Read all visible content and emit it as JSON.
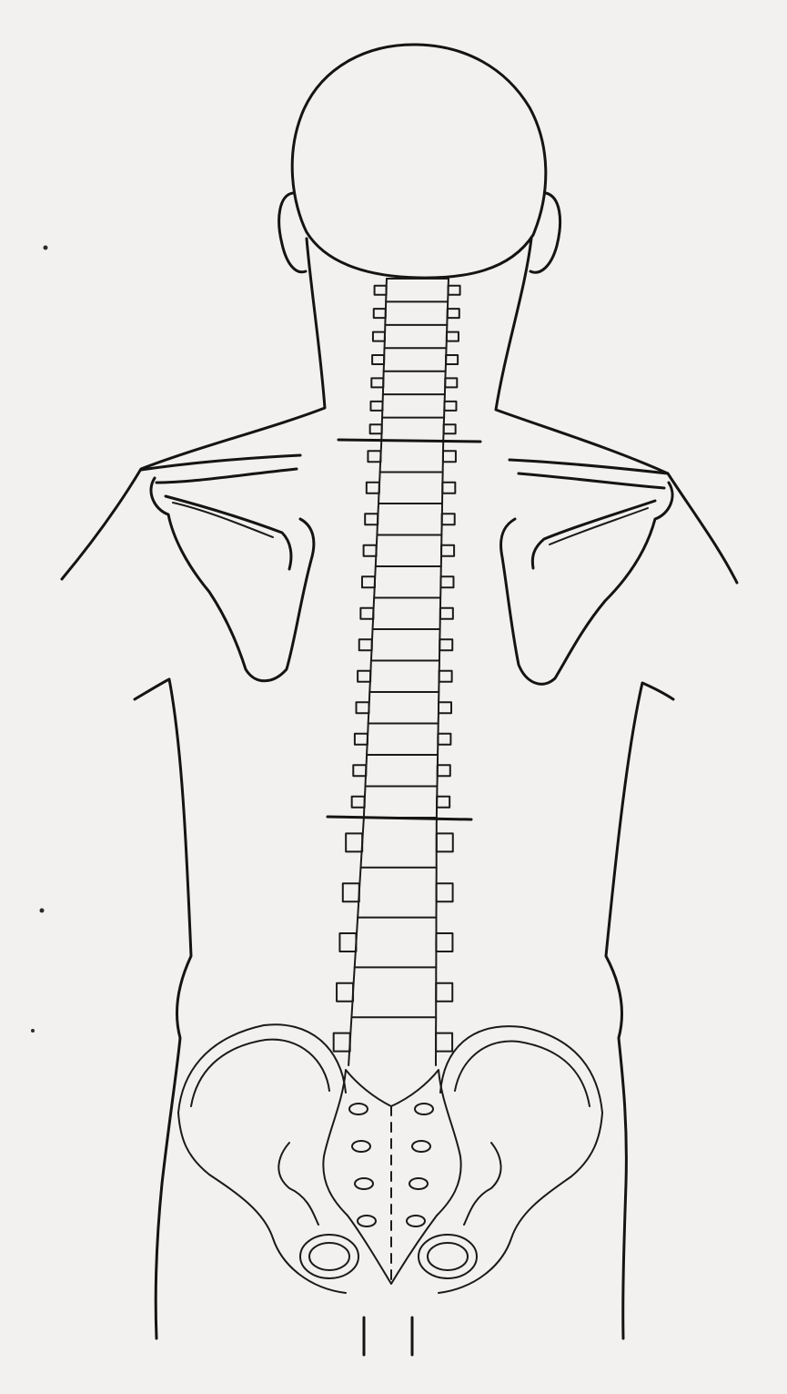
{
  "colors": {
    "paper": "#f2f1ef",
    "ink": "#141414"
  },
  "figure": {
    "subject": "back-view-human-spine-drawing",
    "regions": {
      "cervical_vertebrae": 7,
      "thoracic_vertebrae": 12,
      "lumbar_vertebrae": 5,
      "sacral_foramina_pairs": 4
    },
    "region_divider_lines": 2
  }
}
